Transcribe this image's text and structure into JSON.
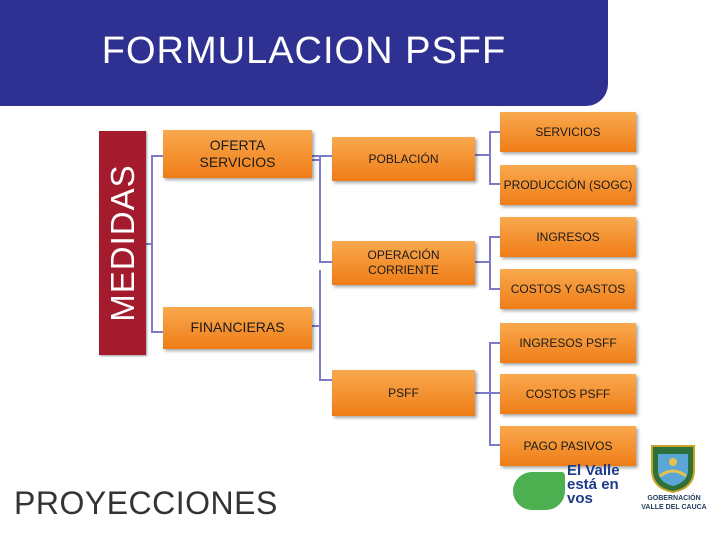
{
  "header": {
    "title": "FORMULACION PSFF"
  },
  "side_label": "MEDIDAS",
  "footer": {
    "title": "PROYECCIONES"
  },
  "nodes": {
    "oferta": "OFERTA",
    "servicios_left": "SERVICIOS",
    "financieras": "FINANCIERAS",
    "poblacion": "POBLACIÓN",
    "operacion_1": "OPERACIÓN",
    "operacion_2": "CORRIENTE",
    "psff": "PSFF",
    "servicios": "SERVICIOS",
    "produccion": "PRODUCCIÓN (SOGC)",
    "ingresos": "INGRESOS",
    "costos_gastos": "COSTOS Y GASTOS",
    "ingresos_psff": "INGRESOS PSFF",
    "costos_psff": "COSTOS PSFF",
    "pago_pasivos": "PAGO PASIVOS"
  },
  "logos": {
    "valle_line1": "El Valle",
    "valle_line2": "está en",
    "valle_line3": "vos",
    "gob_line1": "GOBERNACIÓN",
    "gob_line2": "VALLE DEL CAUCA"
  },
  "colors": {
    "header": "#2e3192",
    "side_bar": "#a31b2d",
    "box": "#f7941d",
    "connector": "#7b7bc8"
  }
}
